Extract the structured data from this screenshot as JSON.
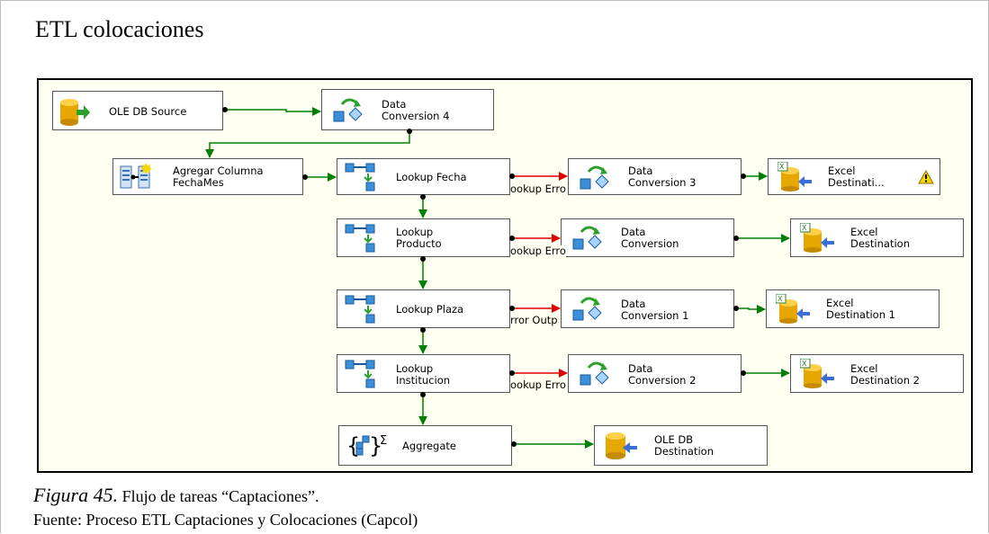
{
  "title": "ETL colocaciones",
  "nodes": {
    "ole_db_source": "OLE DB Source",
    "data_conversion_4": "Data\nConversion 4",
    "agregar_columna": "Agregar Columna\nFechaMes",
    "lookup_fecha": "Lookup Fecha",
    "data_conversion_3": "Data\nConversion 3",
    "excel_destination_3": "Excel\nDestinati...",
    "lookup_producto": "Lookup\nProducto",
    "data_conversion": "Data\nConversion",
    "excel_destination": "Excel\nDestination",
    "lookup_plaza": "Lookup Plaza",
    "data_conversion_1": "Data\nConversion 1",
    "excel_destination_1": "Excel\nDestination 1",
    "lookup_institucion": "Lookup\nInstitucion",
    "data_conversion_2": "Data\nConversion 2",
    "excel_destination_2": "Excel\nDestination 2",
    "aggregate": "Aggregate",
    "ole_db_destination": "OLE DB\nDestination"
  },
  "error_labels": {
    "fecha": "ookup Erro",
    "producto": "ookup Erro",
    "plaza": "rror Outp",
    "institucion": "ookup Erro"
  },
  "caption": {
    "figure": "Figura 45.",
    "text": " Flujo de tareas “Captaciones”."
  },
  "source": "Fuente: Proceso ETL Captaciones y Colocaciones (Capcol)",
  "colors": {
    "flow": "#008000",
    "error": "#e00000",
    "canvas": "#fffff2",
    "warning": "#f5d800"
  }
}
